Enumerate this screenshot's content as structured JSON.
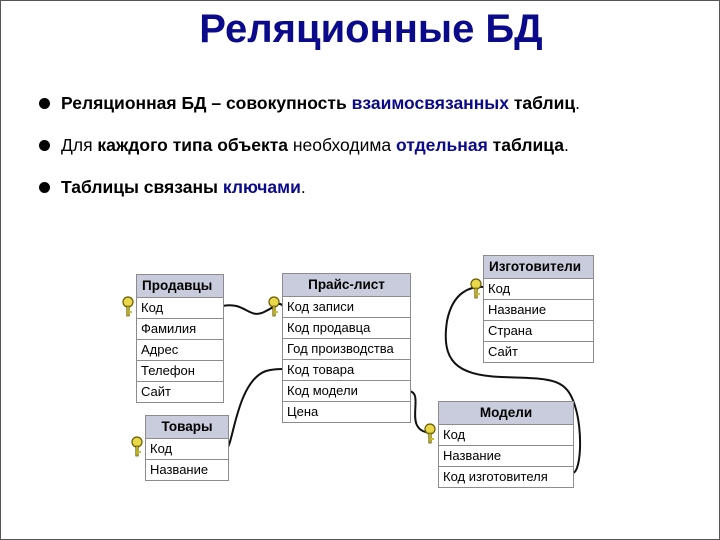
{
  "title": "Реляционные БД",
  "bullets": [
    {
      "parts": [
        {
          "t": "Реляционная БД – совокупность ",
          "s": "b"
        },
        {
          "t": "взаимосвязанных",
          "s": "blue"
        },
        {
          "t": " таблиц",
          "s": "b"
        },
        {
          "t": ".",
          "s": ""
        }
      ]
    },
    {
      "parts": [
        {
          "t": "Для ",
          "s": ""
        },
        {
          "t": "каждого типа объекта",
          "s": "b"
        },
        {
          "t": " необходима ",
          "s": ""
        },
        {
          "t": "отдельная",
          "s": "blue"
        },
        {
          "t": " таблица",
          "s": "b"
        },
        {
          "t": ".",
          "s": ""
        }
      ]
    },
    {
      "parts": [
        {
          "t": "Таблицы связаны ",
          "s": "b"
        },
        {
          "t": "ключами",
          "s": "blue"
        },
        {
          "t": ".",
          "s": ""
        }
      ]
    }
  ],
  "tables": {
    "sellers": {
      "name": "Продавцы",
      "fields": [
        "Код",
        "Фамилия",
        "Адрес",
        "Телефон",
        "Сайт"
      ]
    },
    "pricelist": {
      "name": "Прайс-лист",
      "fields": [
        "Код записи",
        "Код продавца",
        "Год производства",
        "Код товара",
        "Код модели",
        "Цена"
      ]
    },
    "makers": {
      "name": "Изготовители",
      "fields": [
        "Код",
        "Название",
        "Страна",
        "Сайт"
      ]
    },
    "goods": {
      "name": "Товары",
      "fields": [
        "Код",
        "Название"
      ]
    },
    "models": {
      "name": "Модели",
      "fields": [
        "Код",
        "Название",
        "Код изготовителя"
      ]
    }
  },
  "colors": {
    "title": "#0a0a8a",
    "header_bg": "#c9ccdc",
    "border": "#8c8c8c",
    "key": "#e8d84a"
  }
}
